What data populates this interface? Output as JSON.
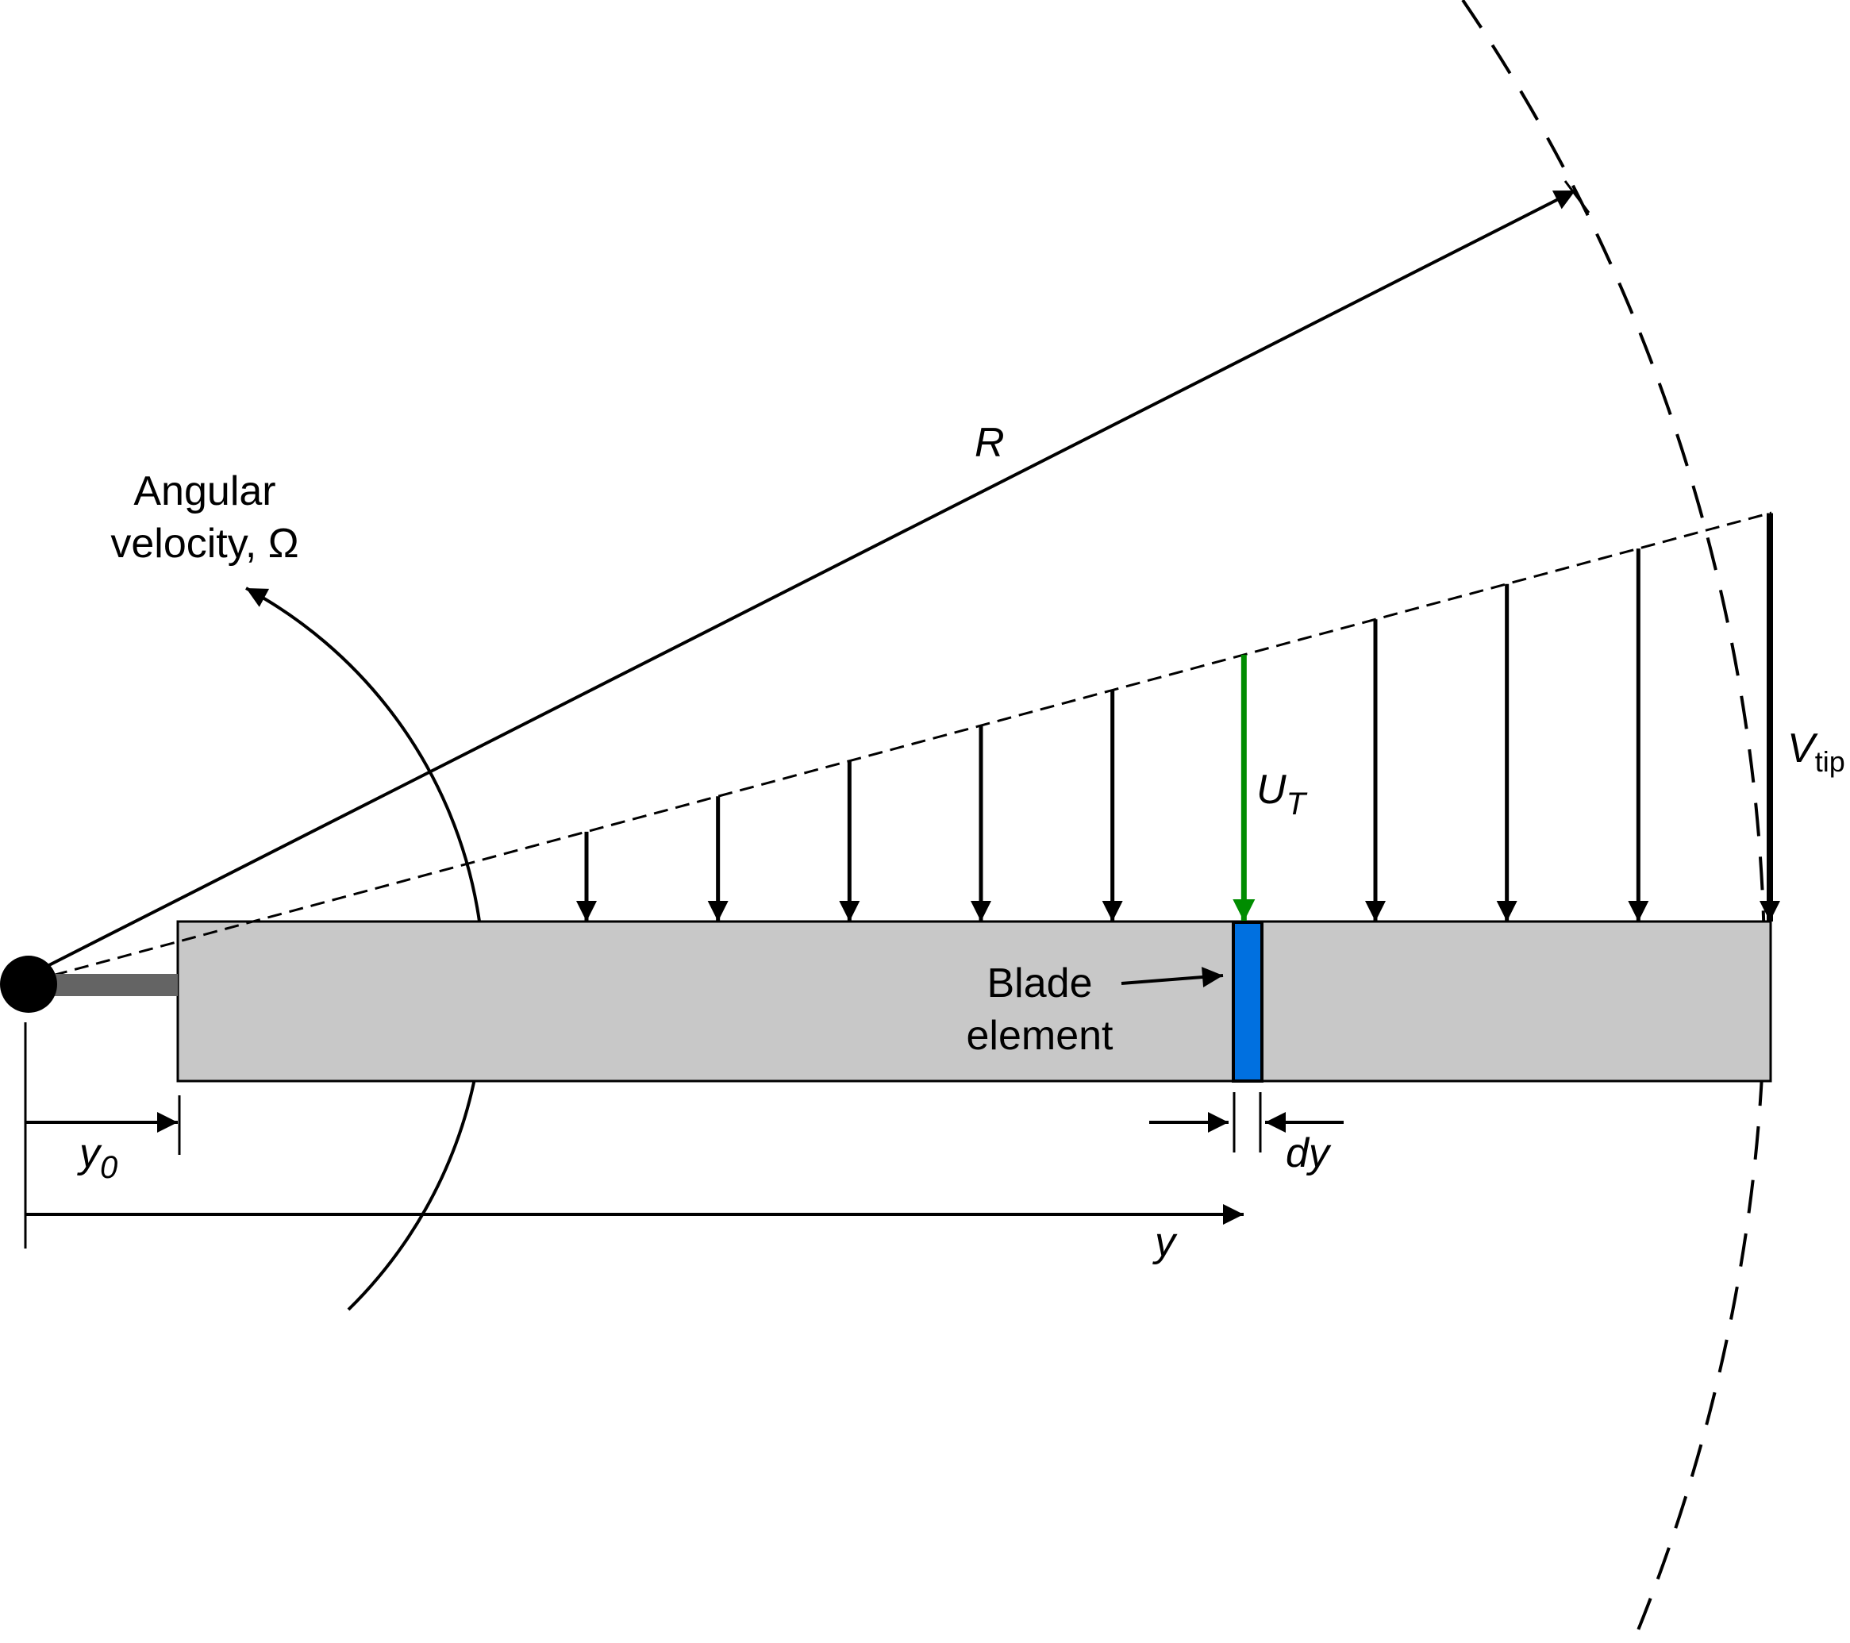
{
  "diagram": {
    "title": "Blade element velocity diagram",
    "labels": {
      "radius": "R",
      "angular_velocity_line1": "Angular",
      "angular_velocity_line2": "velocity, Ω",
      "tangential_velocity": "U",
      "tangential_velocity_sub": "T",
      "tip_velocity": "V",
      "tip_velocity_sub": "tip",
      "blade_element_line1": "Blade",
      "blade_element_line2": "element",
      "root_offset": "y",
      "root_offset_sub": "0",
      "radial_position": "y",
      "element_width": "dy"
    },
    "colors": {
      "blade_fill": "#c8c8c8",
      "blade_element_fill": "#0070e0",
      "highlight_arrow": "#008c00",
      "hub": "#000000",
      "shaft": "#646464"
    },
    "velocity_arrows": {
      "count": 10,
      "highlighted_index": 5
    }
  }
}
